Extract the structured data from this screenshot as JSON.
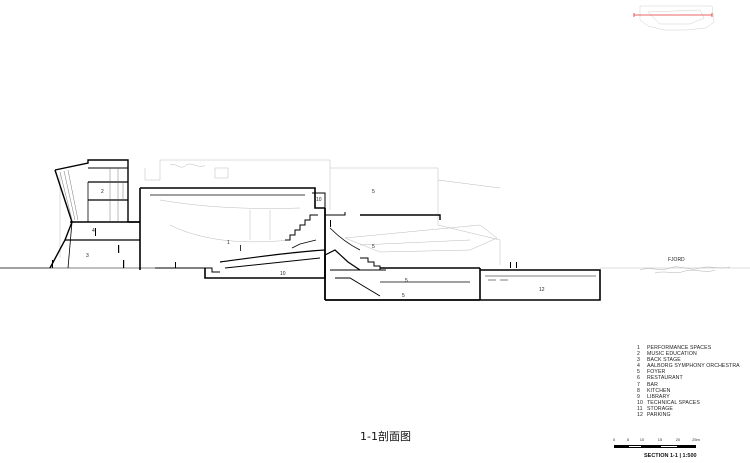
{
  "section": {
    "caption": "1-1剖面图",
    "scale_title": "SECTION 1-1 | 1:500",
    "fjord_label": "FJORD",
    "scale_ticks": [
      "0",
      "5",
      "10",
      "15",
      "20",
      "25m"
    ],
    "room_numbers": [
      "2",
      "4",
      "3",
      "1",
      "10",
      "10",
      "5",
      "5",
      "5",
      "5",
      "12"
    ]
  },
  "legend": [
    {
      "num": "1",
      "label": "PERFORMANCE SPACES"
    },
    {
      "num": "2",
      "label": "MUSIC EDUCATION"
    },
    {
      "num": "3",
      "label": "BACK STAGE"
    },
    {
      "num": "4",
      "label": "AALBORG SYMPHONY ORCHESTRA"
    },
    {
      "num": "5",
      "label": "FOYER"
    },
    {
      "num": "6",
      "label": "RESTAURANT"
    },
    {
      "num": "7",
      "label": "BAR"
    },
    {
      "num": "8",
      "label": "KITCHEN"
    },
    {
      "num": "9",
      "label": "LIBRARY"
    },
    {
      "num": "10",
      "label": "TECHNICAL SPACES"
    },
    {
      "num": "11",
      "label": "STORAGE"
    },
    {
      "num": "12",
      "label": "PARKING"
    }
  ],
  "colors": {
    "wall": "#000000",
    "ghost": "#b9b9b9",
    "key_plan_marker": "#e03030"
  }
}
